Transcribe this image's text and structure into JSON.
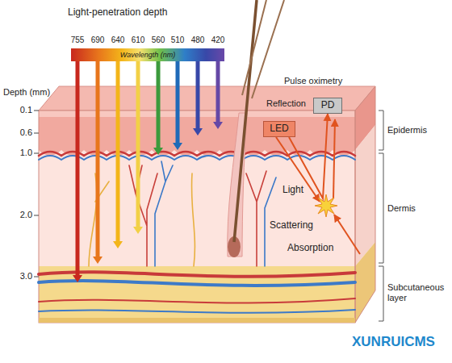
{
  "diagram": {
    "title": "Light-penetration depth",
    "nodes": [
      {
        "text": [
          "Wavelength (nm)"
        ]
      },
      {
        "text": [
          "PD"
        ]
      },
      {
        "text": [
          "LED"
        ]
      }
    ],
    "edges": [
      {
        "from": 2,
        "to": 1,
        "arrow": "to"
      }
    ],
    "labels": [
      "755",
      "690",
      "640",
      "610",
      "560",
      "510",
      "480",
      "420",
      "Depth (mm)",
      "0.1",
      "0.6",
      "1.0",
      "2.0",
      "3.0",
      "Pulse oximetry",
      "Reflection",
      "Light",
      "Scattering",
      "Absorption",
      "Epidermis",
      "Dermis",
      "Subcutaneous layer",
      "XUNRUICMS"
    ]
  }
}
